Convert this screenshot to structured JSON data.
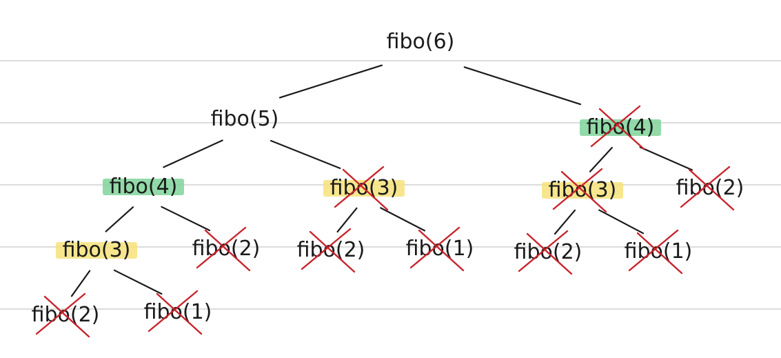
{
  "nodes": [
    {
      "id": "n1",
      "label": "fibo(6)",
      "highlight": "none",
      "crossed": false
    },
    {
      "id": "n2",
      "label": "fibo(5)",
      "highlight": "none",
      "crossed": false
    },
    {
      "id": "n3",
      "label": "fibo(4)",
      "highlight": "green",
      "crossed": true
    },
    {
      "id": "n4",
      "label": "fibo(4)",
      "highlight": "green",
      "crossed": false
    },
    {
      "id": "n5",
      "label": "fibo(3)",
      "highlight": "yellow",
      "crossed": true
    },
    {
      "id": "n6",
      "label": "fibo(3)",
      "highlight": "yellow",
      "crossed": true
    },
    {
      "id": "n7",
      "label": "fibo(2)",
      "highlight": "none",
      "crossed": true
    },
    {
      "id": "n8",
      "label": "fibo(3)",
      "highlight": "yellow",
      "crossed": false
    },
    {
      "id": "n9",
      "label": "fibo(2)",
      "highlight": "none",
      "crossed": true
    },
    {
      "id": "n10",
      "label": "fibo(2)",
      "highlight": "none",
      "crossed": true
    },
    {
      "id": "n11",
      "label": "fibo(1)",
      "highlight": "none",
      "crossed": true
    },
    {
      "id": "n12",
      "label": "fibo(2)",
      "highlight": "none",
      "crossed": true
    },
    {
      "id": "n13",
      "label": "fibo(1)",
      "highlight": "none",
      "crossed": true
    },
    {
      "id": "n14",
      "label": "fibo(2)",
      "highlight": "none",
      "crossed": true
    },
    {
      "id": "n15",
      "label": "fibo(1)",
      "highlight": "none",
      "crossed": true
    }
  ],
  "edges": [
    {
      "from": "n1",
      "to": "n2"
    },
    {
      "from": "n1",
      "to": "n3"
    },
    {
      "from": "n2",
      "to": "n4"
    },
    {
      "from": "n2",
      "to": "n5"
    },
    {
      "from": "n3",
      "to": "n6"
    },
    {
      "from": "n3",
      "to": "n7"
    },
    {
      "from": "n4",
      "to": "n8"
    },
    {
      "from": "n4",
      "to": "n9"
    },
    {
      "from": "n5",
      "to": "n10"
    },
    {
      "from": "n5",
      "to": "n11"
    },
    {
      "from": "n6",
      "to": "n12"
    },
    {
      "from": "n6",
      "to": "n13"
    },
    {
      "from": "n8",
      "to": "n14"
    },
    {
      "from": "n8",
      "to": "n15"
    }
  ],
  "colors": {
    "background": "#ffffff",
    "ruled_line": "#dcdcdc",
    "ink": "#1a1a1a",
    "cross": "#c8232c",
    "green_highlight": "#7fd39a",
    "yellow_highlight": "#f6e27a"
  }
}
